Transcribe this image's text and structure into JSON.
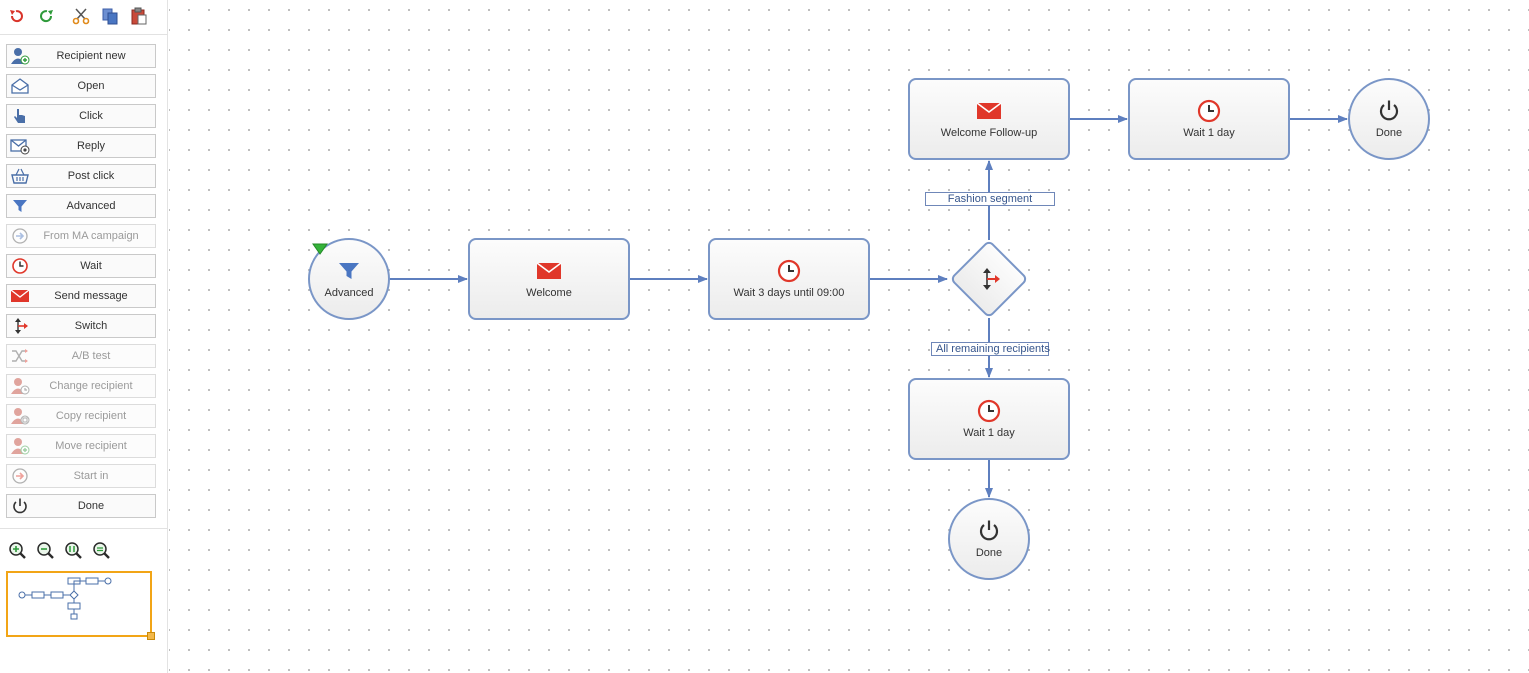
{
  "toolbar": {
    "buttons": [
      {
        "name": "undo",
        "icon": "undo-icon"
      },
      {
        "name": "redo",
        "icon": "redo-icon"
      },
      {
        "name": "cut",
        "icon": "scissors-icon"
      },
      {
        "name": "copy",
        "icon": "copy-icon"
      },
      {
        "name": "paste",
        "icon": "paste-icon"
      }
    ]
  },
  "palette": {
    "items": [
      {
        "label": "Recipient new",
        "icon": "recipient-new-icon",
        "enabled": true
      },
      {
        "label": "Open",
        "icon": "envelope-open-icon",
        "enabled": true
      },
      {
        "label": "Click",
        "icon": "hand-pointer-icon",
        "enabled": true
      },
      {
        "label": "Reply",
        "icon": "reply-mail-icon",
        "enabled": true
      },
      {
        "label": "Post click",
        "icon": "basket-icon",
        "enabled": true
      },
      {
        "label": "Advanced",
        "icon": "filter-icon",
        "enabled": true
      },
      {
        "label": "From MA campaign",
        "icon": "arrow-circle-icon",
        "enabled": false
      },
      {
        "label": "Wait",
        "icon": "clock-icon",
        "enabled": true
      },
      {
        "label": "Send message",
        "icon": "envelope-icon",
        "enabled": true
      },
      {
        "label": "Switch",
        "icon": "switch-icon",
        "enabled": true
      },
      {
        "label": "A/B test",
        "icon": "shuffle-icon",
        "enabled": false
      },
      {
        "label": "Change recipient",
        "icon": "change-recipient-icon",
        "enabled": false
      },
      {
        "label": "Copy recipient",
        "icon": "copy-recipient-icon",
        "enabled": false
      },
      {
        "label": "Move recipient",
        "icon": "move-recipient-icon",
        "enabled": false
      },
      {
        "label": "Start in",
        "icon": "start-in-icon",
        "enabled": false
      },
      {
        "label": "Done",
        "icon": "power-icon",
        "enabled": true
      }
    ]
  },
  "zoom": {
    "buttons": [
      {
        "name": "zoom-in",
        "icon": "zoom-in-icon"
      },
      {
        "name": "zoom-out",
        "icon": "zoom-out-icon"
      },
      {
        "name": "zoom-fit",
        "icon": "zoom-fit-icon"
      },
      {
        "name": "zoom-reset",
        "icon": "zoom-reset-icon"
      }
    ]
  },
  "flow": {
    "nodes": {
      "advanced": {
        "label": "Advanced",
        "icon": "filter-icon",
        "start_marker": "start-flag-icon"
      },
      "welcome": {
        "label": "Welcome",
        "icon": "envelope-icon"
      },
      "wait3": {
        "label": "Wait 3 days until 09:00",
        "icon": "clock-icon"
      },
      "switch": {
        "icon": "switch-icon"
      },
      "followup": {
        "label": "Welcome Follow-up",
        "icon": "envelope-icon"
      },
      "wait1_top": {
        "label": "Wait 1 day",
        "icon": "clock-icon"
      },
      "done_top": {
        "label": "Done",
        "icon": "power-icon"
      },
      "wait1_bottom": {
        "label": "Wait 1 day",
        "icon": "clock-icon"
      },
      "done_bottom": {
        "label": "Done",
        "icon": "power-icon"
      }
    },
    "edge_labels": {
      "fashion": "Fashion segment",
      "remaining": "All remaining recipients"
    }
  },
  "colors": {
    "node_border": "#7a96c7",
    "edge": "#5e7fbf",
    "red": "#e0372a",
    "blue": "#4a76c2",
    "minimap_border": "#f2a516"
  }
}
